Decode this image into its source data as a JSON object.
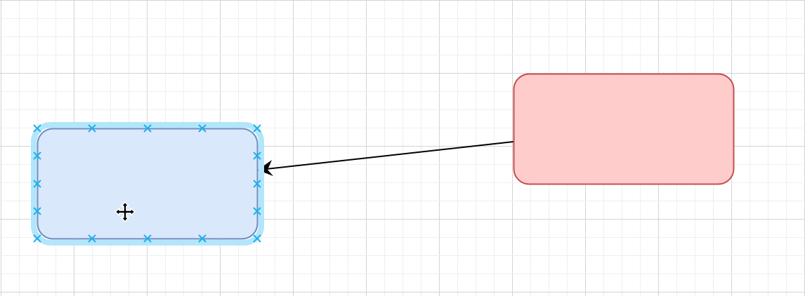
{
  "canvas": {
    "background": "#ffffff",
    "grid_minor_color": "#efefef",
    "grid_major_color": "#d4d4d4",
    "grid_visible": true
  },
  "shapes": [
    {
      "id": "blue-box",
      "kind": "rounded-rectangle",
      "label": "",
      "fill": "#dae8fc",
      "stroke": "#6c8ebf",
      "selected": true,
      "selection_color": "#b3e5fc",
      "connection_point_color": "#1ab1ee"
    },
    {
      "id": "red-box",
      "kind": "rounded-rectangle",
      "label": "",
      "fill": "#ffcccc",
      "stroke": "#c54f4f",
      "selected": false
    }
  ],
  "connectors": [
    {
      "from": "red-box",
      "to": "blue-box",
      "stroke": "#000000",
      "arrow": "classic"
    }
  ],
  "cursor": {
    "type": "move",
    "icon": "move-cursor-icon"
  }
}
